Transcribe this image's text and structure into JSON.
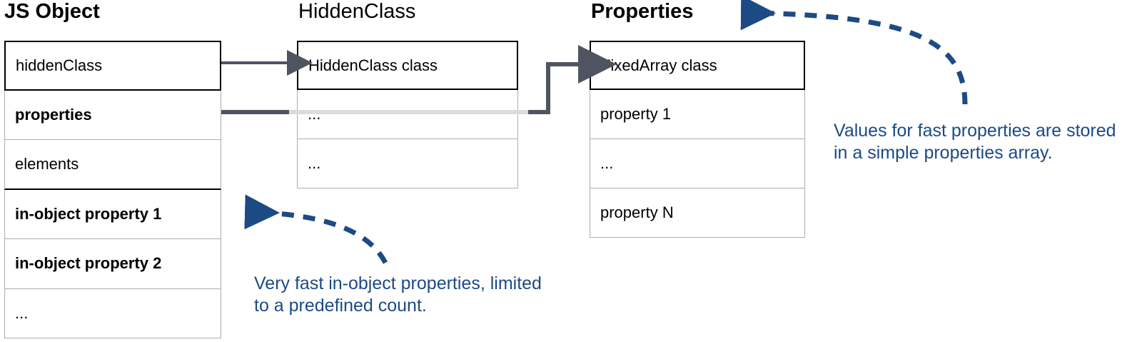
{
  "diagram": {
    "title_js_object": "JS Object",
    "title_hiddenclass": "HiddenClass",
    "title_properties": "Properties",
    "colors": {
      "annotation_blue": "#1c4a85",
      "connector_gray": "#4f5560",
      "faded_connector_gray": "#d9dbdd",
      "box_border_light": "#a9adb4",
      "box_border_dark": "#000000"
    }
  },
  "js_object_box": {
    "name": "JS Object",
    "rows": [
      {
        "label": "hiddenClass",
        "bold": false
      },
      {
        "label": "properties",
        "bold": true
      },
      {
        "label": "elements",
        "bold": false
      },
      {
        "label": "in-object property 1",
        "bold": true
      },
      {
        "label": "in-object property 2",
        "bold": true
      },
      {
        "label": "...",
        "bold": false
      }
    ]
  },
  "hiddenclass_box": {
    "name": "HiddenClass",
    "rows": [
      {
        "label": "HiddenClass class",
        "bold": false
      },
      {
        "label": "...",
        "bold": false
      },
      {
        "label": "...",
        "bold": false
      }
    ]
  },
  "properties_box": {
    "name": "Properties",
    "rows": [
      {
        "label": "FixedArray class",
        "bold": false
      },
      {
        "label": "property 1",
        "bold": false
      },
      {
        "label": "...",
        "bold": false
      },
      {
        "label": "property N",
        "bold": false
      }
    ]
  },
  "annotations": {
    "right": "Values for fast properties are stored in a simple properties array.",
    "bottom": "Very fast in-object properties, limited to a predefined count."
  },
  "connectors": [
    {
      "name": "hiddenclass-pointer",
      "from": "js-object.hiddenClass",
      "to": "hiddenclass-box"
    },
    {
      "name": "properties-pointer",
      "from": "js-object.properties",
      "to": "properties-box"
    },
    {
      "name": "annotation-properties-arrow",
      "style": "dashed",
      "color": "#1c4a85"
    },
    {
      "name": "annotation-in-object-arrow",
      "style": "dashed",
      "color": "#1c4a85"
    }
  ]
}
